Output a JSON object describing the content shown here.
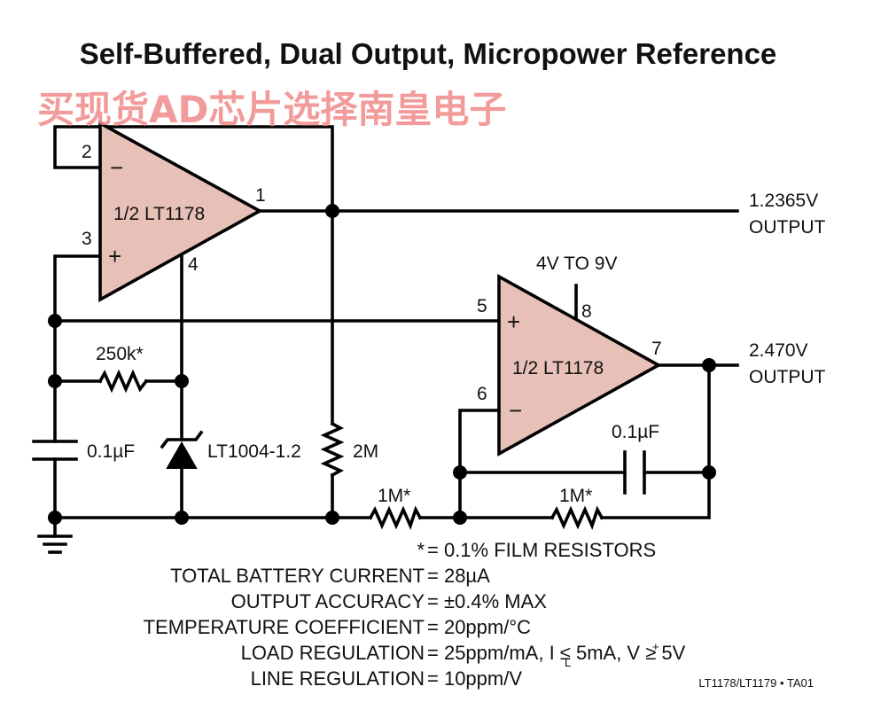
{
  "title": "Self-Buffered, Dual Output, Micropower Reference",
  "watermark": "买现货AD芯片选择南皇电子",
  "amp1": {
    "label": "1/2 LT1178",
    "pin_inv": "2",
    "pin_noninv": "3",
    "pin_out": "1",
    "pin_v": "4",
    "sign_minus": "−",
    "sign_plus": "+"
  },
  "amp2": {
    "label": "1/2 LT1178",
    "pin_noninv": "5",
    "pin_inv": "6",
    "pin_out": "7",
    "pin_v": "8",
    "sign_minus": "−",
    "sign_plus": "+"
  },
  "supply": "4V TO 9V",
  "out1": {
    "voltage": "1.2365V",
    "label": "OUTPUT"
  },
  "out2": {
    "voltage": "2.470V",
    "label": "OUTPUT"
  },
  "components": {
    "r_250k": "250k*",
    "c_left": "0.1µF",
    "zener": "LT1004-1.2",
    "r_2m": "2M",
    "r_1m_a": "1M*",
    "r_1m_b": "1M*",
    "c_fb": "0.1µF"
  },
  "specs": [
    {
      "label": "*",
      "value": "= 0.1% FILM RESISTORS"
    },
    {
      "label": "TOTAL BATTERY CURRENT",
      "value": "= 28µA"
    },
    {
      "label": "OUTPUT ACCURACY",
      "value": "= ±0.4% MAX"
    },
    {
      "label": "TEMPERATURE COEFFICIENT",
      "value": "= 20ppm/°C"
    },
    {
      "label": "LOAD REGULATION",
      "value": "= 25ppm/mA, I  ≤ 5mA, V  ≥ 5V"
    },
    {
      "label": "LINE REGULATION",
      "value": "= 10ppm/V"
    }
  ],
  "load_reg_sub": "L",
  "load_reg_sup": "+",
  "figure_code": "LT1178/LT1179 • TA01"
}
